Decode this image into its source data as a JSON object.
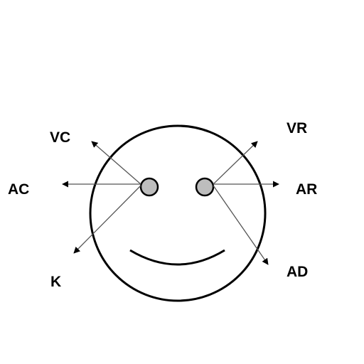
{
  "diagram": {
    "labels": {
      "vc": "VC",
      "ac": "AC",
      "k": "K",
      "vr": "VR",
      "ar": "AR",
      "ad": "AD"
    },
    "colors": {
      "stroke": "#000000",
      "arrow_line": "#555555",
      "eye_fill": "#bdbdbd",
      "background": "#ffffff"
    }
  }
}
